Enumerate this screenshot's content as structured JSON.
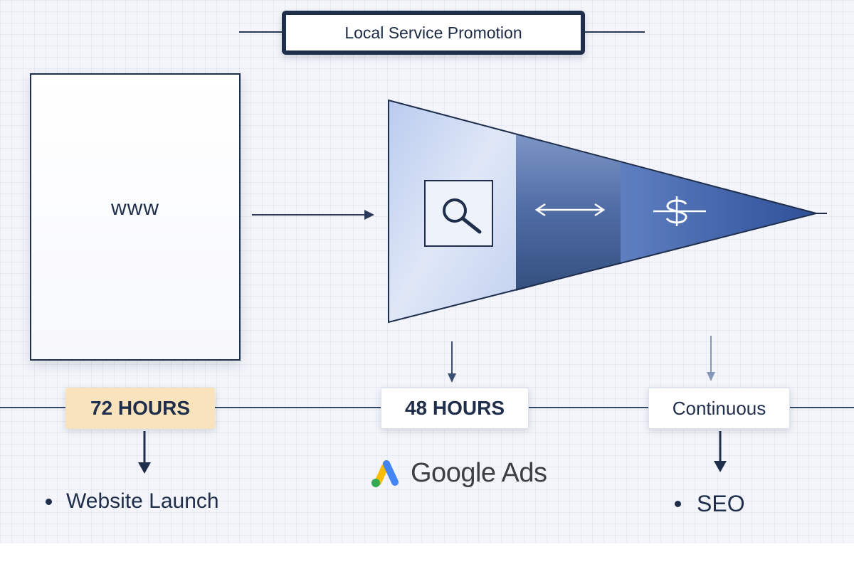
{
  "title": "Local Service Promotion",
  "website": {
    "label": "www"
  },
  "funnel": {
    "stage_icons": [
      "search-icon",
      "arrows-horizontal-icon",
      "dollar-icon"
    ],
    "colors": {
      "stage1": "#c9d6ef",
      "stage2": "#5a77ad",
      "stage3": "#3c5da3",
      "outline": "#1f2e4b"
    }
  },
  "timeline": {
    "milestones": [
      {
        "duration": "72 HOURS",
        "item": "Website Launch",
        "highlight_color": "#f8e3bd"
      },
      {
        "duration": "48 HOURS",
        "item": "Google Ads"
      },
      {
        "duration": "Continuous",
        "item": "SEO"
      }
    ]
  },
  "google_ads_logo_colors": [
    "#fbbc04",
    "#4285f4",
    "#34a853"
  ]
}
